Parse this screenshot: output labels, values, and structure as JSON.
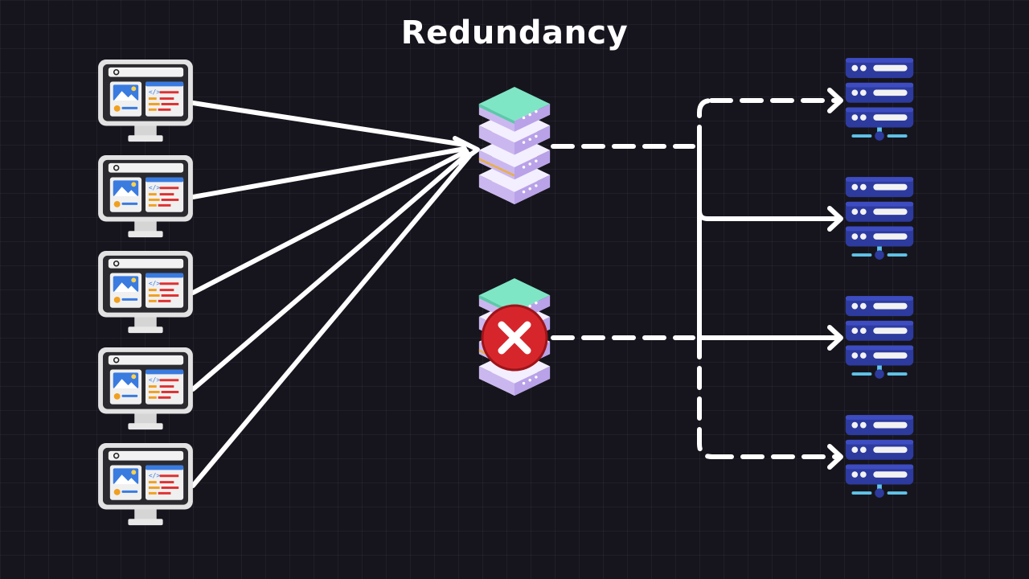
{
  "title": "Redundancy",
  "colors": {
    "background": "#16151d",
    "connector": "#ffffff",
    "lb_top": "#7ee6c5",
    "lb_side": "#c9b6f0",
    "failure": "#d6262c",
    "backend_server": "#2d3a9e",
    "backend_accent": "#5fc3e8"
  },
  "diagram": {
    "clients": [
      {
        "icon": "client-computer-icon"
      },
      {
        "icon": "client-computer-icon"
      },
      {
        "icon": "client-computer-icon"
      },
      {
        "icon": "client-computer-icon"
      },
      {
        "icon": "client-computer-icon"
      }
    ],
    "load_balancers": [
      {
        "icon": "load-balancer-icon",
        "status": "active"
      },
      {
        "icon": "load-balancer-icon",
        "status": "failed",
        "overlay_icon": "failure-x-icon"
      }
    ],
    "backend_servers": [
      {
        "icon": "server-rack-icon"
      },
      {
        "icon": "server-rack-icon"
      },
      {
        "icon": "server-rack-icon"
      },
      {
        "icon": "server-rack-icon"
      }
    ]
  }
}
